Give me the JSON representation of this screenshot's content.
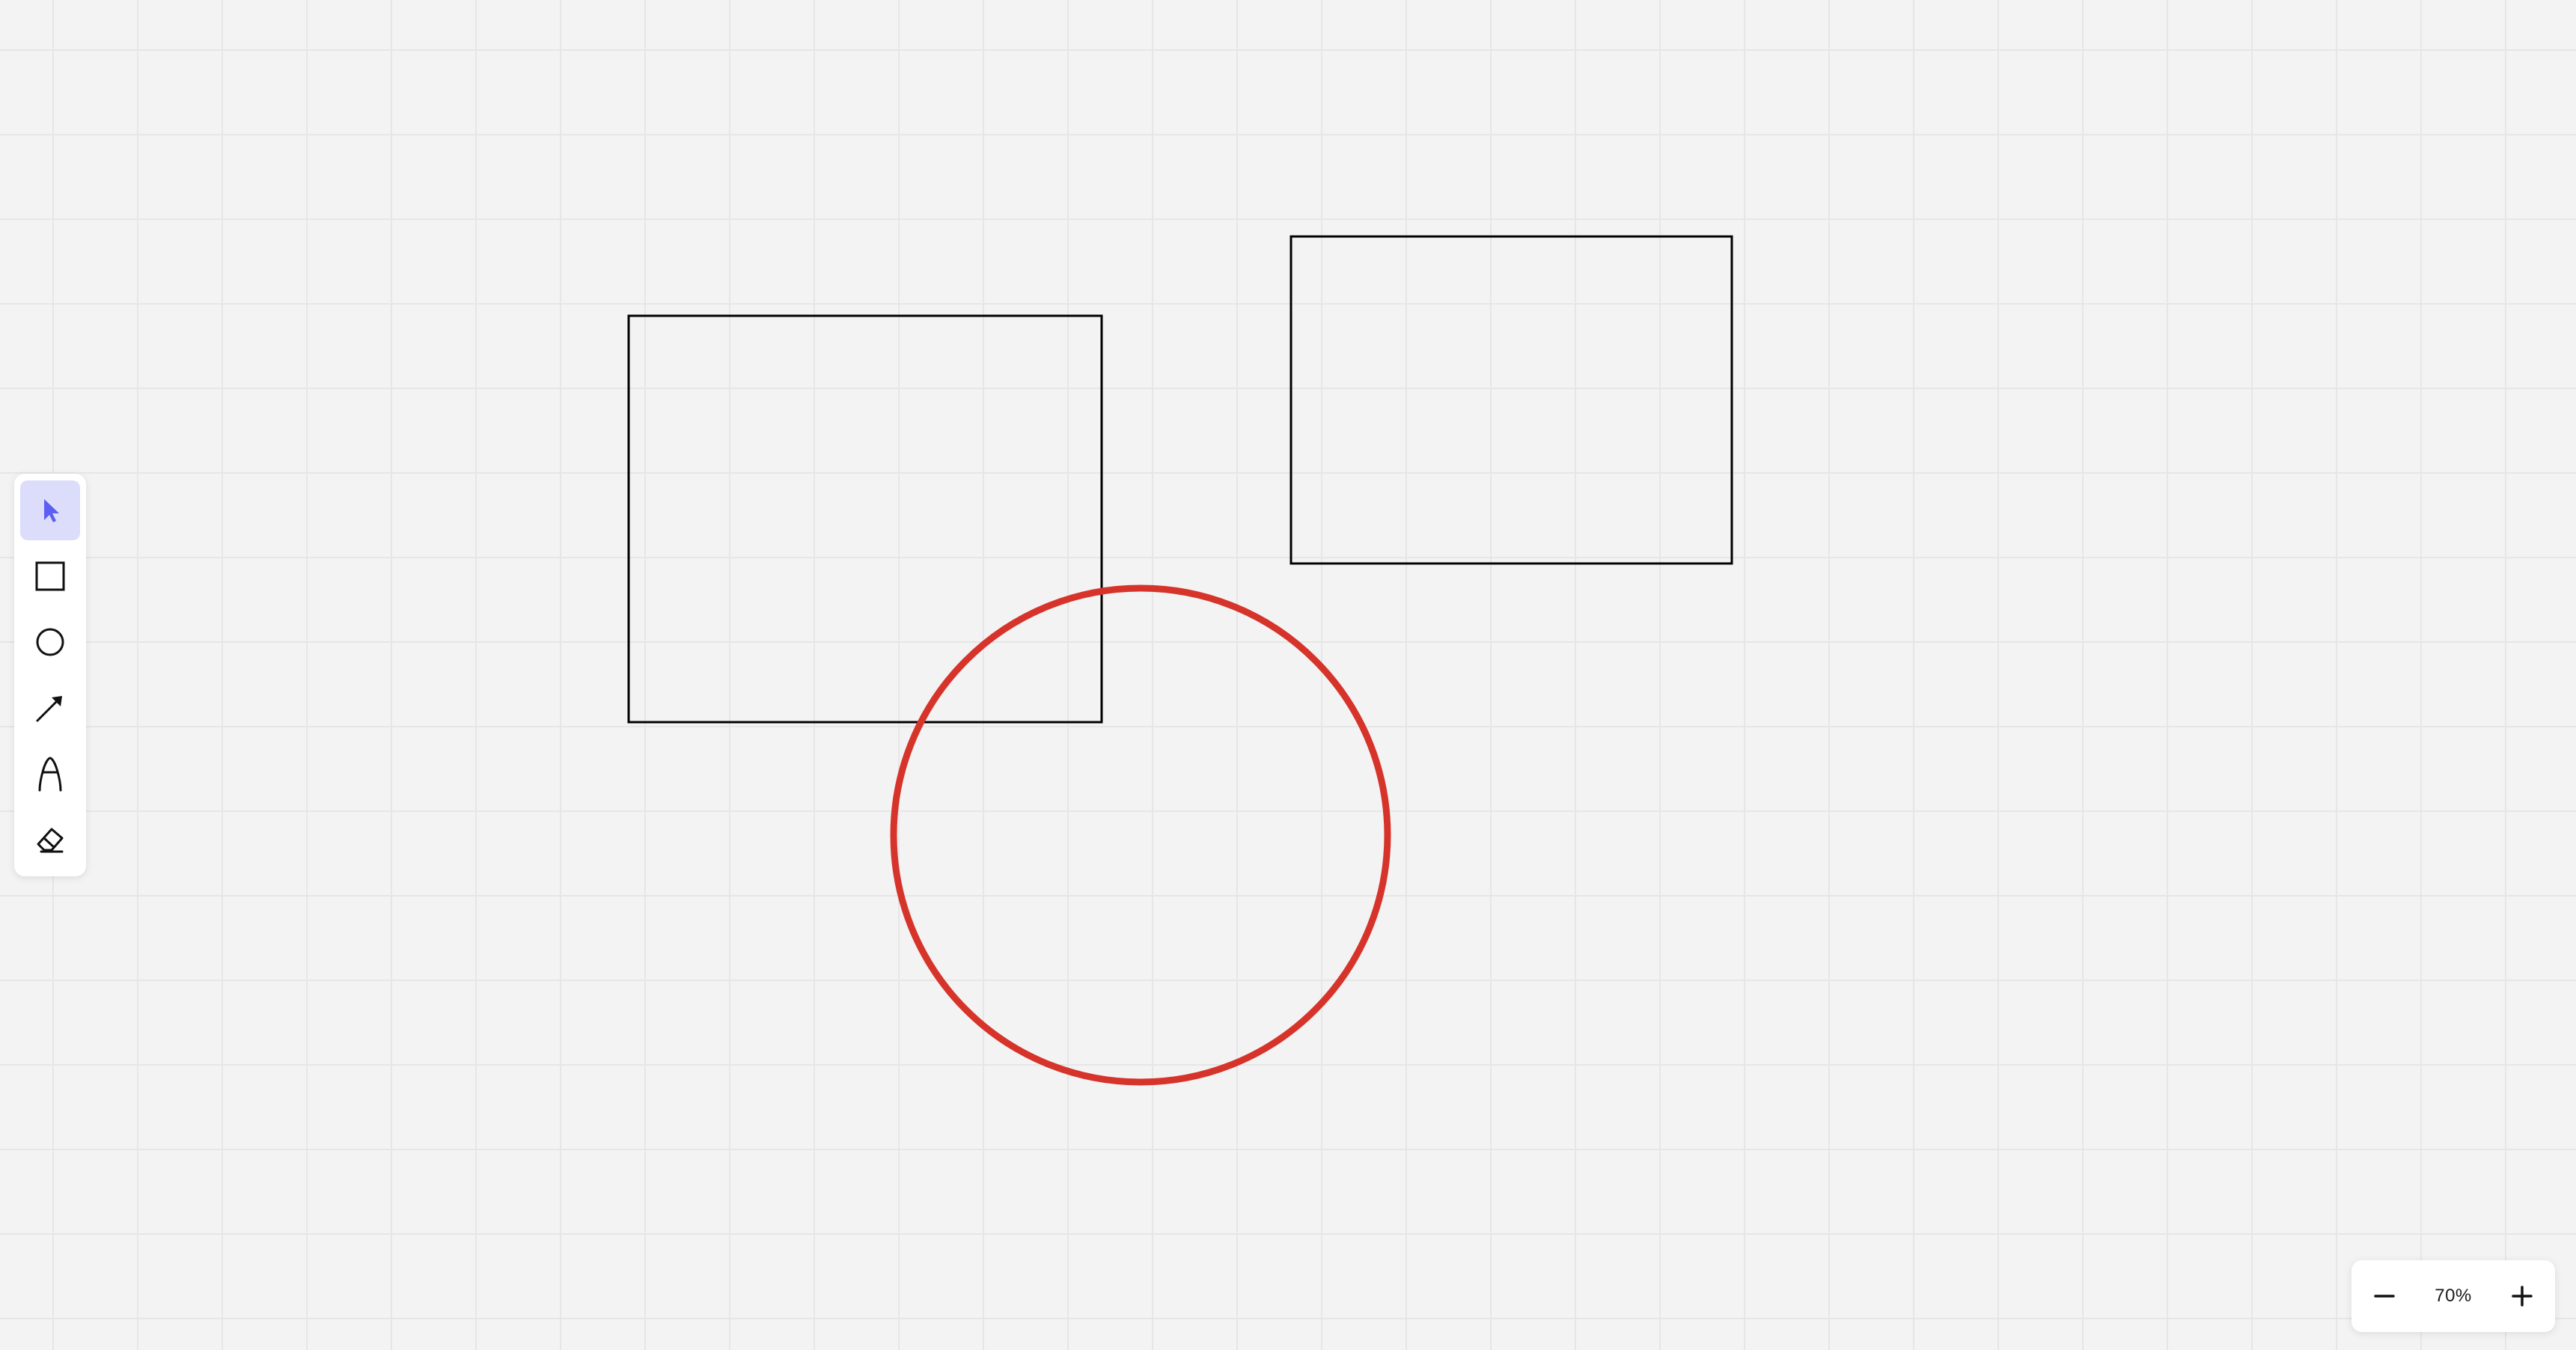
{
  "toolbar": {
    "tools": [
      {
        "id": "select",
        "icon": "cursor-arrow-icon",
        "active": true
      },
      {
        "id": "rectangle",
        "icon": "square-icon",
        "active": false
      },
      {
        "id": "ellipse",
        "icon": "circle-icon",
        "active": false
      },
      {
        "id": "arrow",
        "icon": "arrow-icon",
        "active": false
      },
      {
        "id": "draw",
        "icon": "pen-icon",
        "active": false
      },
      {
        "id": "eraser",
        "icon": "eraser-icon",
        "active": false
      }
    ],
    "active_color": "#5b5ff2"
  },
  "canvas": {
    "background_color": "#f3f3f3",
    "grid_color": "#e6e6e6",
    "shapes": [
      {
        "type": "rectangle",
        "stroke": "#000000"
      },
      {
        "type": "rectangle",
        "stroke": "#000000"
      },
      {
        "type": "ellipse",
        "stroke": "#d6342a"
      }
    ]
  },
  "zoom": {
    "level": "70%",
    "minus_icon": "minus-icon",
    "plus_icon": "plus-icon"
  }
}
